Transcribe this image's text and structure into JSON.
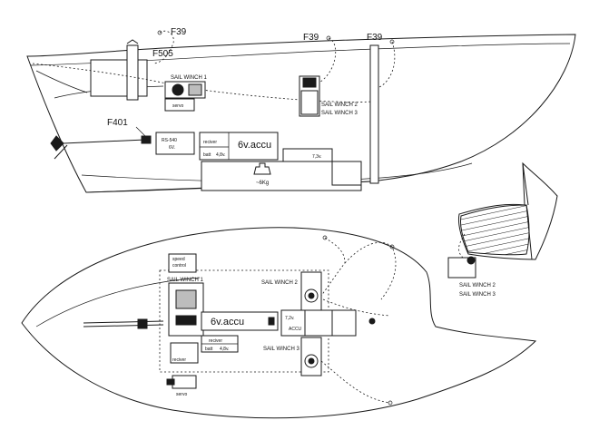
{
  "labels": {
    "f39_a": "F39",
    "f39_b": "F39",
    "f39_c": "F39",
    "f505": "F505",
    "f401": "F401",
    "sail_winch_1": "SAIL WINCH 1",
    "servo": "servo",
    "sail_winch_2": "SAIL WINCH 2",
    "sail_winch_3": "SAIL WINCH 3",
    "rs_540_a": "RS-540",
    "rs_540_b": "6V.",
    "reciver": "reciver",
    "batt": "batt",
    "batt_val": "4,8v.",
    "accu_6v": "6v.accu",
    "accu_7v": "7,3v.",
    "weight": "~6Kg",
    "plan_speed_a": "speed",
    "plan_speed_b": "control",
    "plan_sail_winch_1": "SAIL WINCH 1",
    "plan_sail_winch_2": "SAIL WINCH 2",
    "plan_sail_winch_3": "SAIL WINCH 3",
    "plan_accu_6v": "6v.accu",
    "plan_accu_72": "7,2v.",
    "plan_accu": "ACCU",
    "plan_reciver_a": "reciver",
    "plan_batt": "batt",
    "plan_batt_val": "4,8v.",
    "plan_reciver_b": "reciver",
    "plan_servo": "servo",
    "detail_sail_winch_2": "SAIL WINCH 2",
    "detail_sail_winch_3": "SAIL WINCH 3"
  },
  "colors": {
    "line": "#1a1a1a",
    "paper": "#ffffff",
    "fill_grey": "#bdbdbd"
  }
}
